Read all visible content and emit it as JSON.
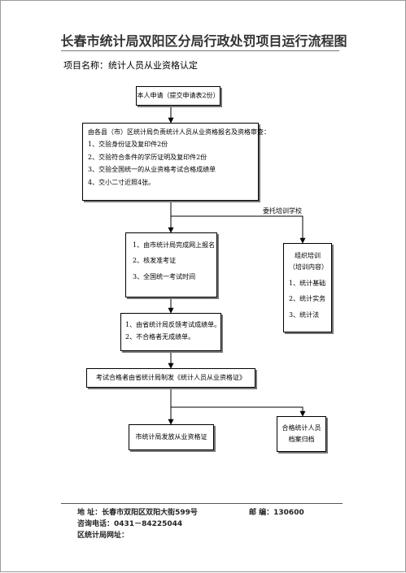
{
  "title": "长春市统计局双阳区分局行政处罚项目运行流程图",
  "project_label": "项目名称：统计人员从业资格认定",
  "flow": {
    "start": "本人申请（提交申请表2份）",
    "review": {
      "heading": "由各县（市）区统计局负责统计人员从业资格报名及资格审查：",
      "items": [
        "1、交验身份证及复印件2份",
        "2、交验符合条件的学历证明及复印件2份",
        "3、交验全国统一的从业资格考试合格成绩单",
        "4、交小二寸近照4张。"
      ]
    },
    "entrust_label": "委托培训学校",
    "report": {
      "items": [
        "1、由市统计局完成网上报名",
        "2、核发准考证",
        "3、全国统一考试时间"
      ]
    },
    "training": {
      "title": "组织培训",
      "subtitle": "（培训内容）",
      "items": [
        "1、统计基础",
        "2、统计实务",
        "3、统计法"
      ]
    },
    "result": {
      "items": [
        "1、由省统计局反馈考试成绩单。",
        "2、不合格者无成绩单。"
      ]
    },
    "certify": "考试合格者由省统计局制发《统计人员从业资格证》",
    "issue": "市统计局发放从业资格证",
    "archive": [
      "合格统计人员",
      "档案归档"
    ]
  },
  "footer": {
    "address_label": "地    址：",
    "address": "长春市双阳区双阳大街599号",
    "postcode_label": "邮    编：",
    "postcode": "130600",
    "phone_label": "咨询电话：",
    "phone": "0431－84225044",
    "website_label": "区统计局网址："
  }
}
